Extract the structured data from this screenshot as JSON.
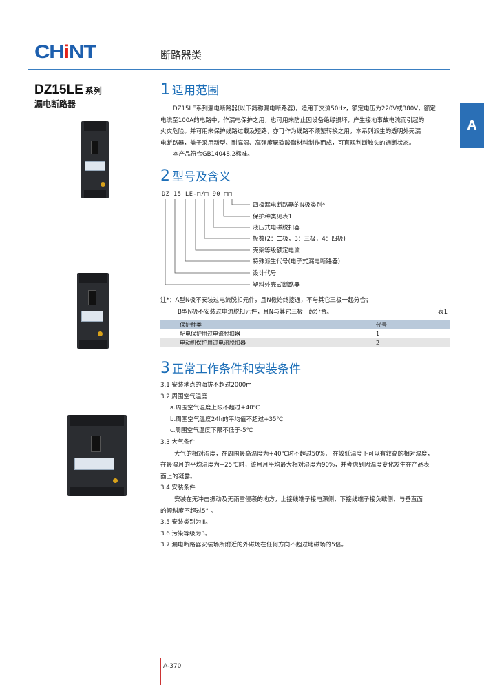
{
  "header": {
    "logo": "CHINT",
    "category": "断路器类",
    "side_tab": "A"
  },
  "product": {
    "model": "DZ15LE",
    "series": "系列",
    "name": "漏电断路器"
  },
  "section1": {
    "num": "1",
    "title": "适用范围",
    "lines": [
      "DZ15LE系列漏电断路器(以下简称漏电断路器)，适用于交流50Hz，额定电压为220V或380V，额定",
      "电流至100A的电路中，作漏电保护之用，也可用来防止因设备绝缘损坏，产生接地事故电流而引起的",
      "火灾危险。并可用来保护线路过载及短路，亦可作为线路不频繁转换之用，本系列派生的透明外壳漏",
      "电断路器，盖子采用新型、耐高温、高强度聚碳酸酯材料制作而成，可直观判断触头的通断状态。",
      "本产品符合GB14048.2标准。"
    ]
  },
  "section2": {
    "num": "2",
    "title": "型号及含义",
    "code": "DZ 15 LE-□/□ 90 □□",
    "labels": [
      "四极漏电断路器的N极类别*",
      "保护种类见表1",
      "液压式电磁脱扣器",
      "极数(2：二极，3：三极，4：四极)",
      "壳架等级额定电流",
      "特殊派生代号(电子式漏电断路器)",
      "设计代号",
      "塑料外壳式断路器"
    ],
    "note1": "注*：A型N极不安装过电流脱扣元件，且N极始终接通，不与其它三极一起分合；",
    "note2": "B型N极不安装过电流脱扣元件，且N与其它三极一起分合。",
    "table_label": "表1",
    "table": {
      "headers": [
        "保护种类",
        "代号"
      ],
      "rows": [
        [
          "配电保护用过电流脱扣器",
          "1"
        ],
        [
          "电动机保护用过电流脱扣器",
          "2"
        ]
      ]
    }
  },
  "section3": {
    "num": "3",
    "title": "正常工作条件和安装条件",
    "lines": [
      "3.1 安装地点的海拔不超过2000m",
      "3.2 周围空气温度",
      "a.周围空气温度上限不超过+40℃",
      "b.周围空气温度24h的平均值不超过+35℃",
      "c.周围空气温度下限不低于-5℃",
      "3.3 大气条件",
      "大气的相对湿度，在周围最高温度为+40℃时不超过50%， 在较低温度下可以有较高的相对湿度，",
      "在最湿月的平均温度为+25℃时，该月月平均最大相对湿度为90%，并考虑到因温度变化发生在产品表",
      "面上的凝露。",
      "3.4 安装条件",
      "安装在无冲击振动及无雨雪侵袭的地方，上接线端子接电源侧，下接线端子接负载侧，与垂直面",
      "的倾斜度不超过5° 。",
      "3.5 安装类别为Ⅲ。",
      "3.6 污染等级为3。",
      "3.7 漏电断路器安装场所附近的外磁场在任何方向不超过地磁场的5倍。"
    ]
  },
  "footer": {
    "page": "A-370"
  },
  "colors": {
    "brand": "#1d5fae",
    "accent": "#1d6fb8",
    "tab": "#2a6fb6"
  }
}
